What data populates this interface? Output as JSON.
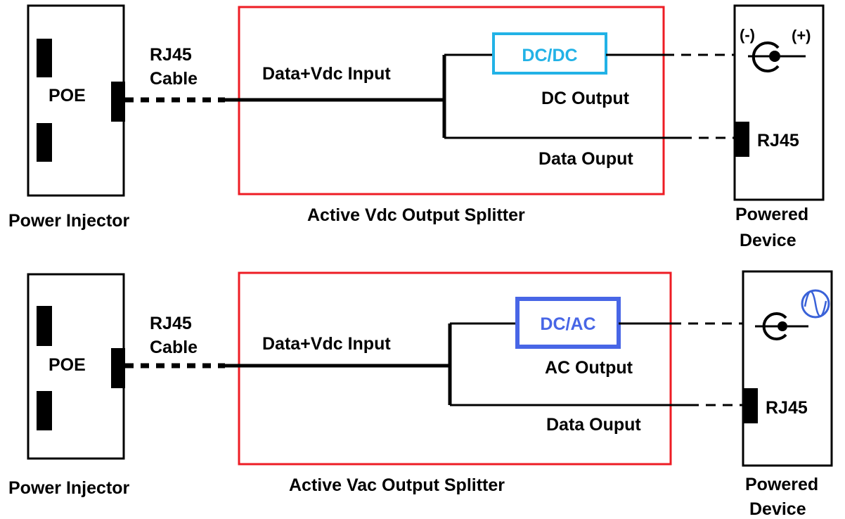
{
  "colors": {
    "splitter_border": "#ee1c24",
    "dcdc_border": "#22b2e6",
    "dcac_border": "#4866e6",
    "sine_icon": "#3a62d8",
    "line": "#000000"
  },
  "icons": [
    "barrel-jack-icon",
    "ac-sine-icon"
  ],
  "top": {
    "injector_label": "POE",
    "injector_caption": "Power Injector",
    "cable_label_line1": "RJ45",
    "cable_label_line2": "Cable",
    "input_label": "Data+Vdc Input",
    "converter_label": "DC/DC",
    "power_output_label": "DC Output",
    "data_output_label": "Data Ouput",
    "splitter_caption": "Active Vdc Output Splitter",
    "device_minus": "(-)",
    "device_plus": "(+)",
    "device_port_label": "RJ45",
    "device_caption_line1": "Powered",
    "device_caption_line2": "Device"
  },
  "bottom": {
    "injector_label": "POE",
    "injector_caption": "Power Injector",
    "cable_label_line1": "RJ45",
    "cable_label_line2": "Cable",
    "input_label": "Data+Vdc Input",
    "converter_label": "DC/AC",
    "power_output_label": "AC Output",
    "data_output_label": "Data Ouput",
    "splitter_caption": "Active Vac Output Splitter",
    "device_port_label": "RJ45",
    "device_caption_line1": "Powered",
    "device_caption_line2": "Device"
  }
}
